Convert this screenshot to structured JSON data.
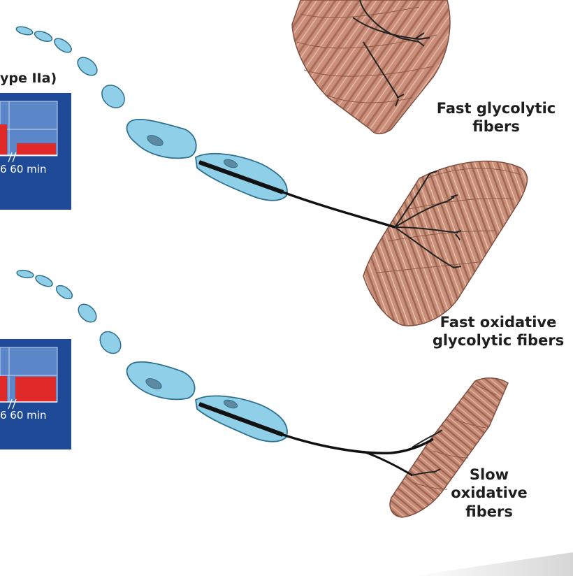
{
  "top_panel": {
    "heading": "ype IIa)",
    "time_label": "6 60 min"
  },
  "bottom_panel": {
    "time_label": "6 60 min"
  },
  "labels": {
    "fast_glycolytic": {
      "line1": "Fast glycolytic",
      "line2": "fibers"
    },
    "fast_oxidative_glycolytic": {
      "line1": "Fast oxidative",
      "line2": "glycolytic fibers"
    },
    "slow_oxidative": {
      "line1": "Slow",
      "line2": "oxidative",
      "line3": "fibers"
    }
  },
  "colors": {
    "panel_blue": "#1f4a97",
    "panel_light": "#5b86c8",
    "bar_red": "#e02a2a",
    "neuron_fill": "#8fd0e8",
    "neuron_stroke": "#2f6f8e",
    "muscle": "#c98f7a"
  }
}
